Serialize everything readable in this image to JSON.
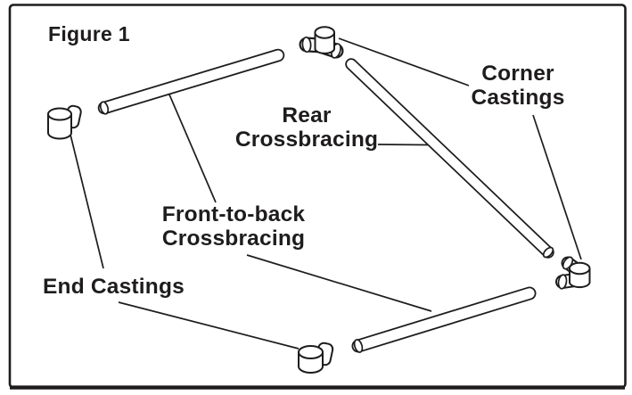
{
  "figure_title": "Figure 1",
  "labels": {
    "corner_castings": [
      "Corner",
      "Castings"
    ],
    "rear_crossbracing": [
      "Rear",
      "Crossbracing"
    ],
    "front_to_back_crossbracing": [
      "Front-to-back",
      "Crossbracing"
    ],
    "end_castings": "End Castings"
  },
  "parts": {
    "tubes": [
      "front-to-back crossbrace (upper left)",
      "rear crossbrace (diagonal)",
      "front-to-back crossbrace (lower)"
    ],
    "castings": [
      "end casting (left)",
      "end casting (bottom)",
      "corner casting (top)",
      "corner casting (right)"
    ]
  },
  "colors": {
    "ink": "#1e1c1d",
    "paper": "#ffffff"
  }
}
